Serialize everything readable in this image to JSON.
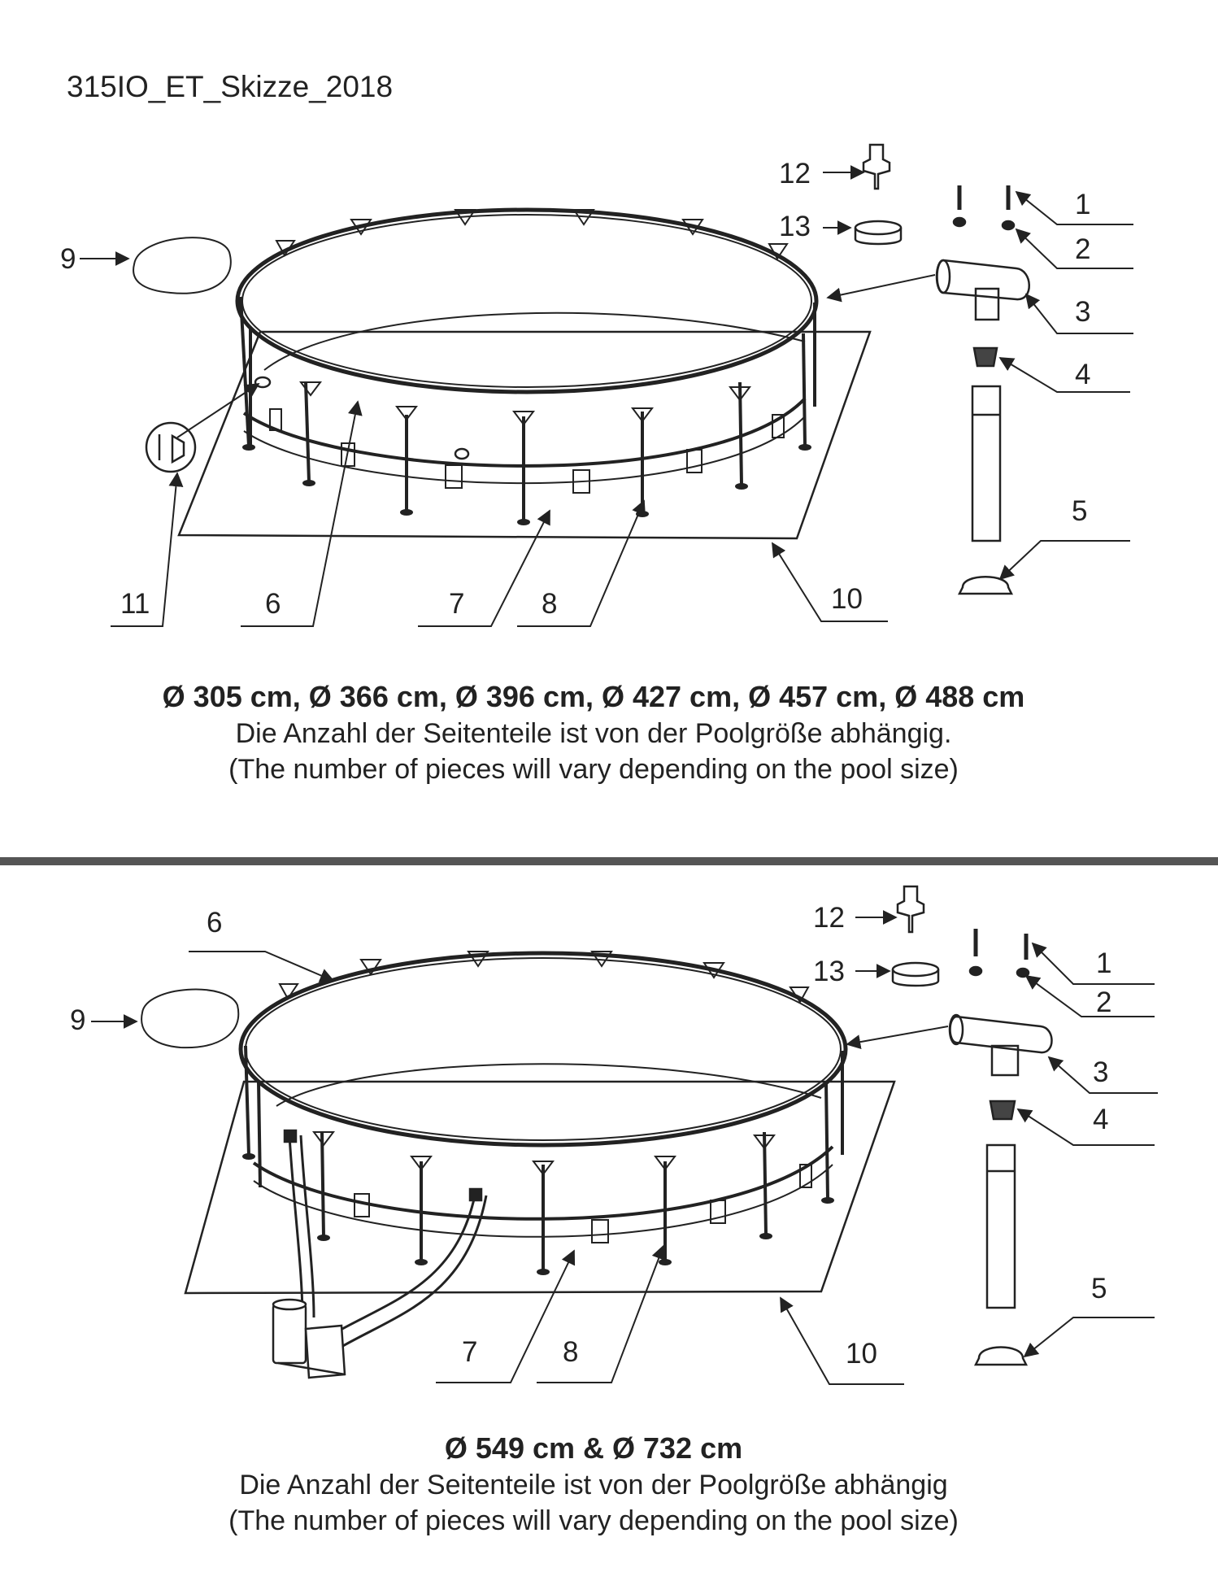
{
  "title": "315IO_ET_Skizze_2018",
  "top_section": {
    "sizes": "Ø 305 cm, Ø 366 cm, Ø 396 cm, Ø 427 cm, Ø 457 cm, Ø 488 cm",
    "note_de": "Die Anzahl der Seitenteile ist von der Poolgröße abhängig.",
    "note_en": "(The number of pieces will vary depending on the pool size)",
    "labels": [
      "1",
      "2",
      "3",
      "4",
      "5",
      "6",
      "7",
      "8",
      "9",
      "10",
      "11",
      "12",
      "13"
    ]
  },
  "bottom_section": {
    "sizes": "Ø 549 cm & Ø 732 cm",
    "note_de": "Die Anzahl der Seitenteile ist von der Poolgröße abhängig",
    "note_en": "(The number of pieces will vary depending on the pool size)",
    "labels": [
      "1",
      "2",
      "3",
      "4",
      "5",
      "6",
      "7",
      "8",
      "9",
      "10",
      "12",
      "13"
    ]
  },
  "colors": {
    "line": "#222222",
    "divider": "#555555"
  }
}
